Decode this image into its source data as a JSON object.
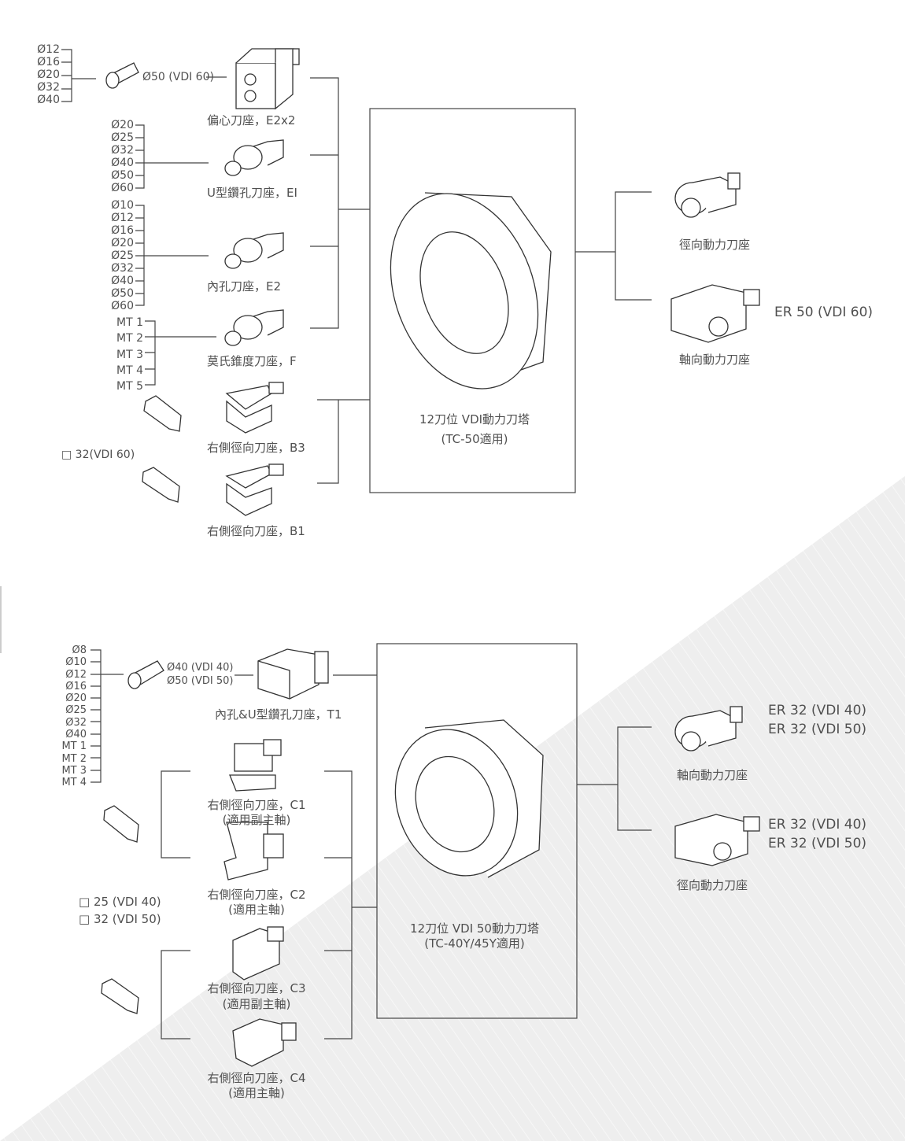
{
  "top": {
    "dia_list_1": [
      "Ø12",
      "Ø16",
      "Ø20",
      "Ø32",
      "Ø40"
    ],
    "shank_label": "Ø50 (VDI 60)",
    "holders": [
      {
        "label": "偏心刀座，E2x2"
      },
      {
        "label": "U型鑽孔刀座，EI"
      },
      {
        "label": "內孔刀座，E2"
      },
      {
        "label": "莫氏錐度刀座，F"
      },
      {
        "label": "右側徑向刀座，B3"
      },
      {
        "label": "右側徑向刀座，B1"
      }
    ],
    "dia_list_2": [
      "Ø20",
      "Ø25",
      "Ø32",
      "Ø40",
      "Ø50",
      "Ø60"
    ],
    "dia_list_3": [
      "Ø10",
      "Ø12",
      "Ø16",
      "Ø20",
      "Ø25",
      "Ø32",
      "Ø40",
      "Ø50",
      "Ø60"
    ],
    "mt_list": [
      "MT 1",
      "MT 2",
      "MT 3",
      "MT 4",
      "MT 5"
    ],
    "square_label": "□ 32(VDI 60)",
    "turret_title": "12刀位 VDI動力刀塔",
    "turret_sub": "(TC-50適用)",
    "radial_live": "徑向動力刀座",
    "axial_live": "軸向動力刀座",
    "er_label": "ER 50 (VDI 60)"
  },
  "bottom": {
    "dia_list": [
      "Ø8",
      "Ø10",
      "Ø12",
      "Ø16",
      "Ø20",
      "Ø25",
      "Ø32",
      "Ø40",
      "MT 1",
      "MT 2",
      "MT 3",
      "MT 4"
    ],
    "shank_labels": [
      "Ø40 (VDI 40)",
      "Ø50 (VDI 50)"
    ],
    "t1_label": "內孔&U型鑽孔刀座，T1",
    "holders": [
      {
        "label": "右側徑向刀座，C1",
        "sub": "(適用副主軸)"
      },
      {
        "label": "右側徑向刀座，C2",
        "sub": "(適用主軸)"
      },
      {
        "label": "右側徑向刀座，C3",
        "sub": "(適用副主軸)"
      },
      {
        "label": "右側徑向刀座，C4",
        "sub": "(適用主軸)"
      }
    ],
    "square_labels": [
      "□ 25 (VDI 40)",
      "□ 32 (VDI 50)"
    ],
    "turret_title": "12刀位 VDI 50動力刀塔",
    "turret_sub": "(TC-40Y/45Y適用)",
    "axial_live": "軸向動力刀座",
    "radial_live": "徑向動力刀座",
    "er_axial": [
      "ER 32 (VDI 40)",
      "ER 32 (VDI 50)"
    ],
    "er_radial": [
      "ER 32 (VDI 40)",
      "ER 32 (VDI 50)"
    ]
  }
}
